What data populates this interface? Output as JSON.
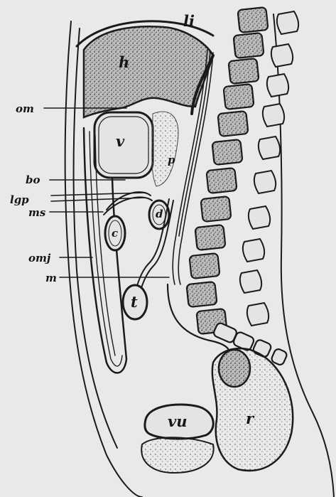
{
  "figure": {
    "background": "#e9e9e7",
    "ink": "#1b1b1b",
    "stipple": "#8c8c8c",
    "labels": {
      "li": "li",
      "h": "h",
      "om": "om",
      "v": "v",
      "p": "p",
      "bo": "bo",
      "lgp": "lgp",
      "ms": "ms",
      "c": "c",
      "d": "d",
      "omj": "omj",
      "m": "m",
      "t": "t",
      "vu": "vu",
      "r": "r"
    }
  }
}
